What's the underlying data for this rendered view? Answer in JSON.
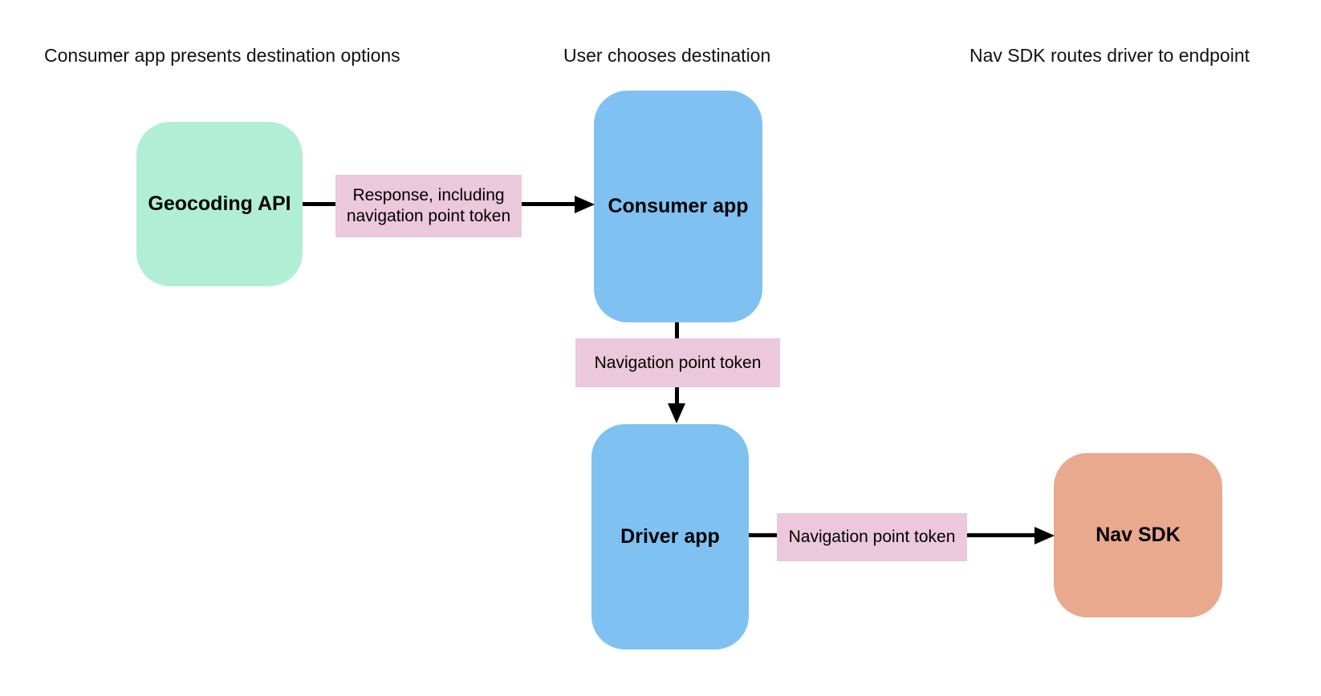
{
  "diagram": {
    "captions": [
      {
        "label": "Consumer app presents destination options"
      },
      {
        "label": "User chooses destination"
      },
      {
        "label": "Nav SDK routes driver to endpoint"
      }
    ],
    "nodes": [
      {
        "id": "geocoding-api",
        "label": "Geocoding API",
        "fill": "#b0efd5"
      },
      {
        "id": "consumer-app",
        "label": "Consumer app",
        "fill": "#7fc1f1"
      },
      {
        "id": "driver-app",
        "label": "Driver app",
        "fill": "#7fc1f1"
      },
      {
        "id": "nav-sdk",
        "label": "Nav SDK",
        "fill": "#e8a98e"
      }
    ],
    "edges": [
      {
        "from": "Geocoding API",
        "to": "Consumer app",
        "label": "Response, including navigation point token"
      },
      {
        "from": "Consumer app",
        "to": "Driver app",
        "label": "Navigation point token"
      },
      {
        "from": "Driver app",
        "to": "Nav SDK",
        "label": "Navigation point token"
      }
    ],
    "colors": {
      "edge_label_bg": "#ebc8db",
      "arrow": "#000000",
      "text": "#000000",
      "background": "#ffffff"
    }
  }
}
